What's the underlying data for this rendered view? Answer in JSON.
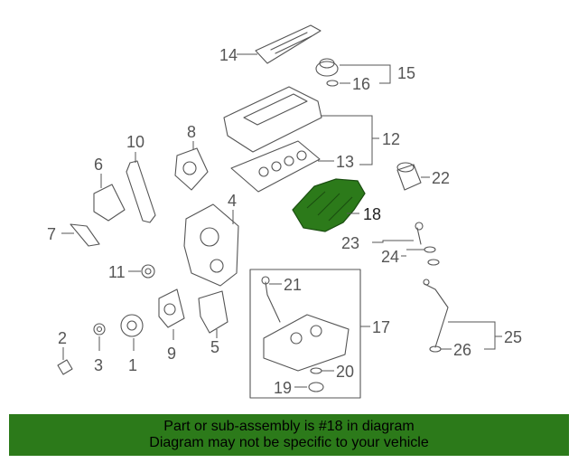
{
  "diagram": {
    "callouts": [
      "1",
      "2",
      "3",
      "4",
      "5",
      "6",
      "7",
      "8",
      "9",
      "10",
      "11",
      "12",
      "13",
      "14",
      "15",
      "16",
      "17",
      "18",
      "19",
      "20",
      "21",
      "22",
      "23",
      "24",
      "25",
      "26"
    ],
    "highlight_part": "18",
    "highlight_color": "#2c7a1a"
  },
  "footer": {
    "line1": "Part or sub-assembly is #18 in diagram",
    "line2": "Diagram may not be specific to your vehicle",
    "background": "#2c7a1a"
  }
}
